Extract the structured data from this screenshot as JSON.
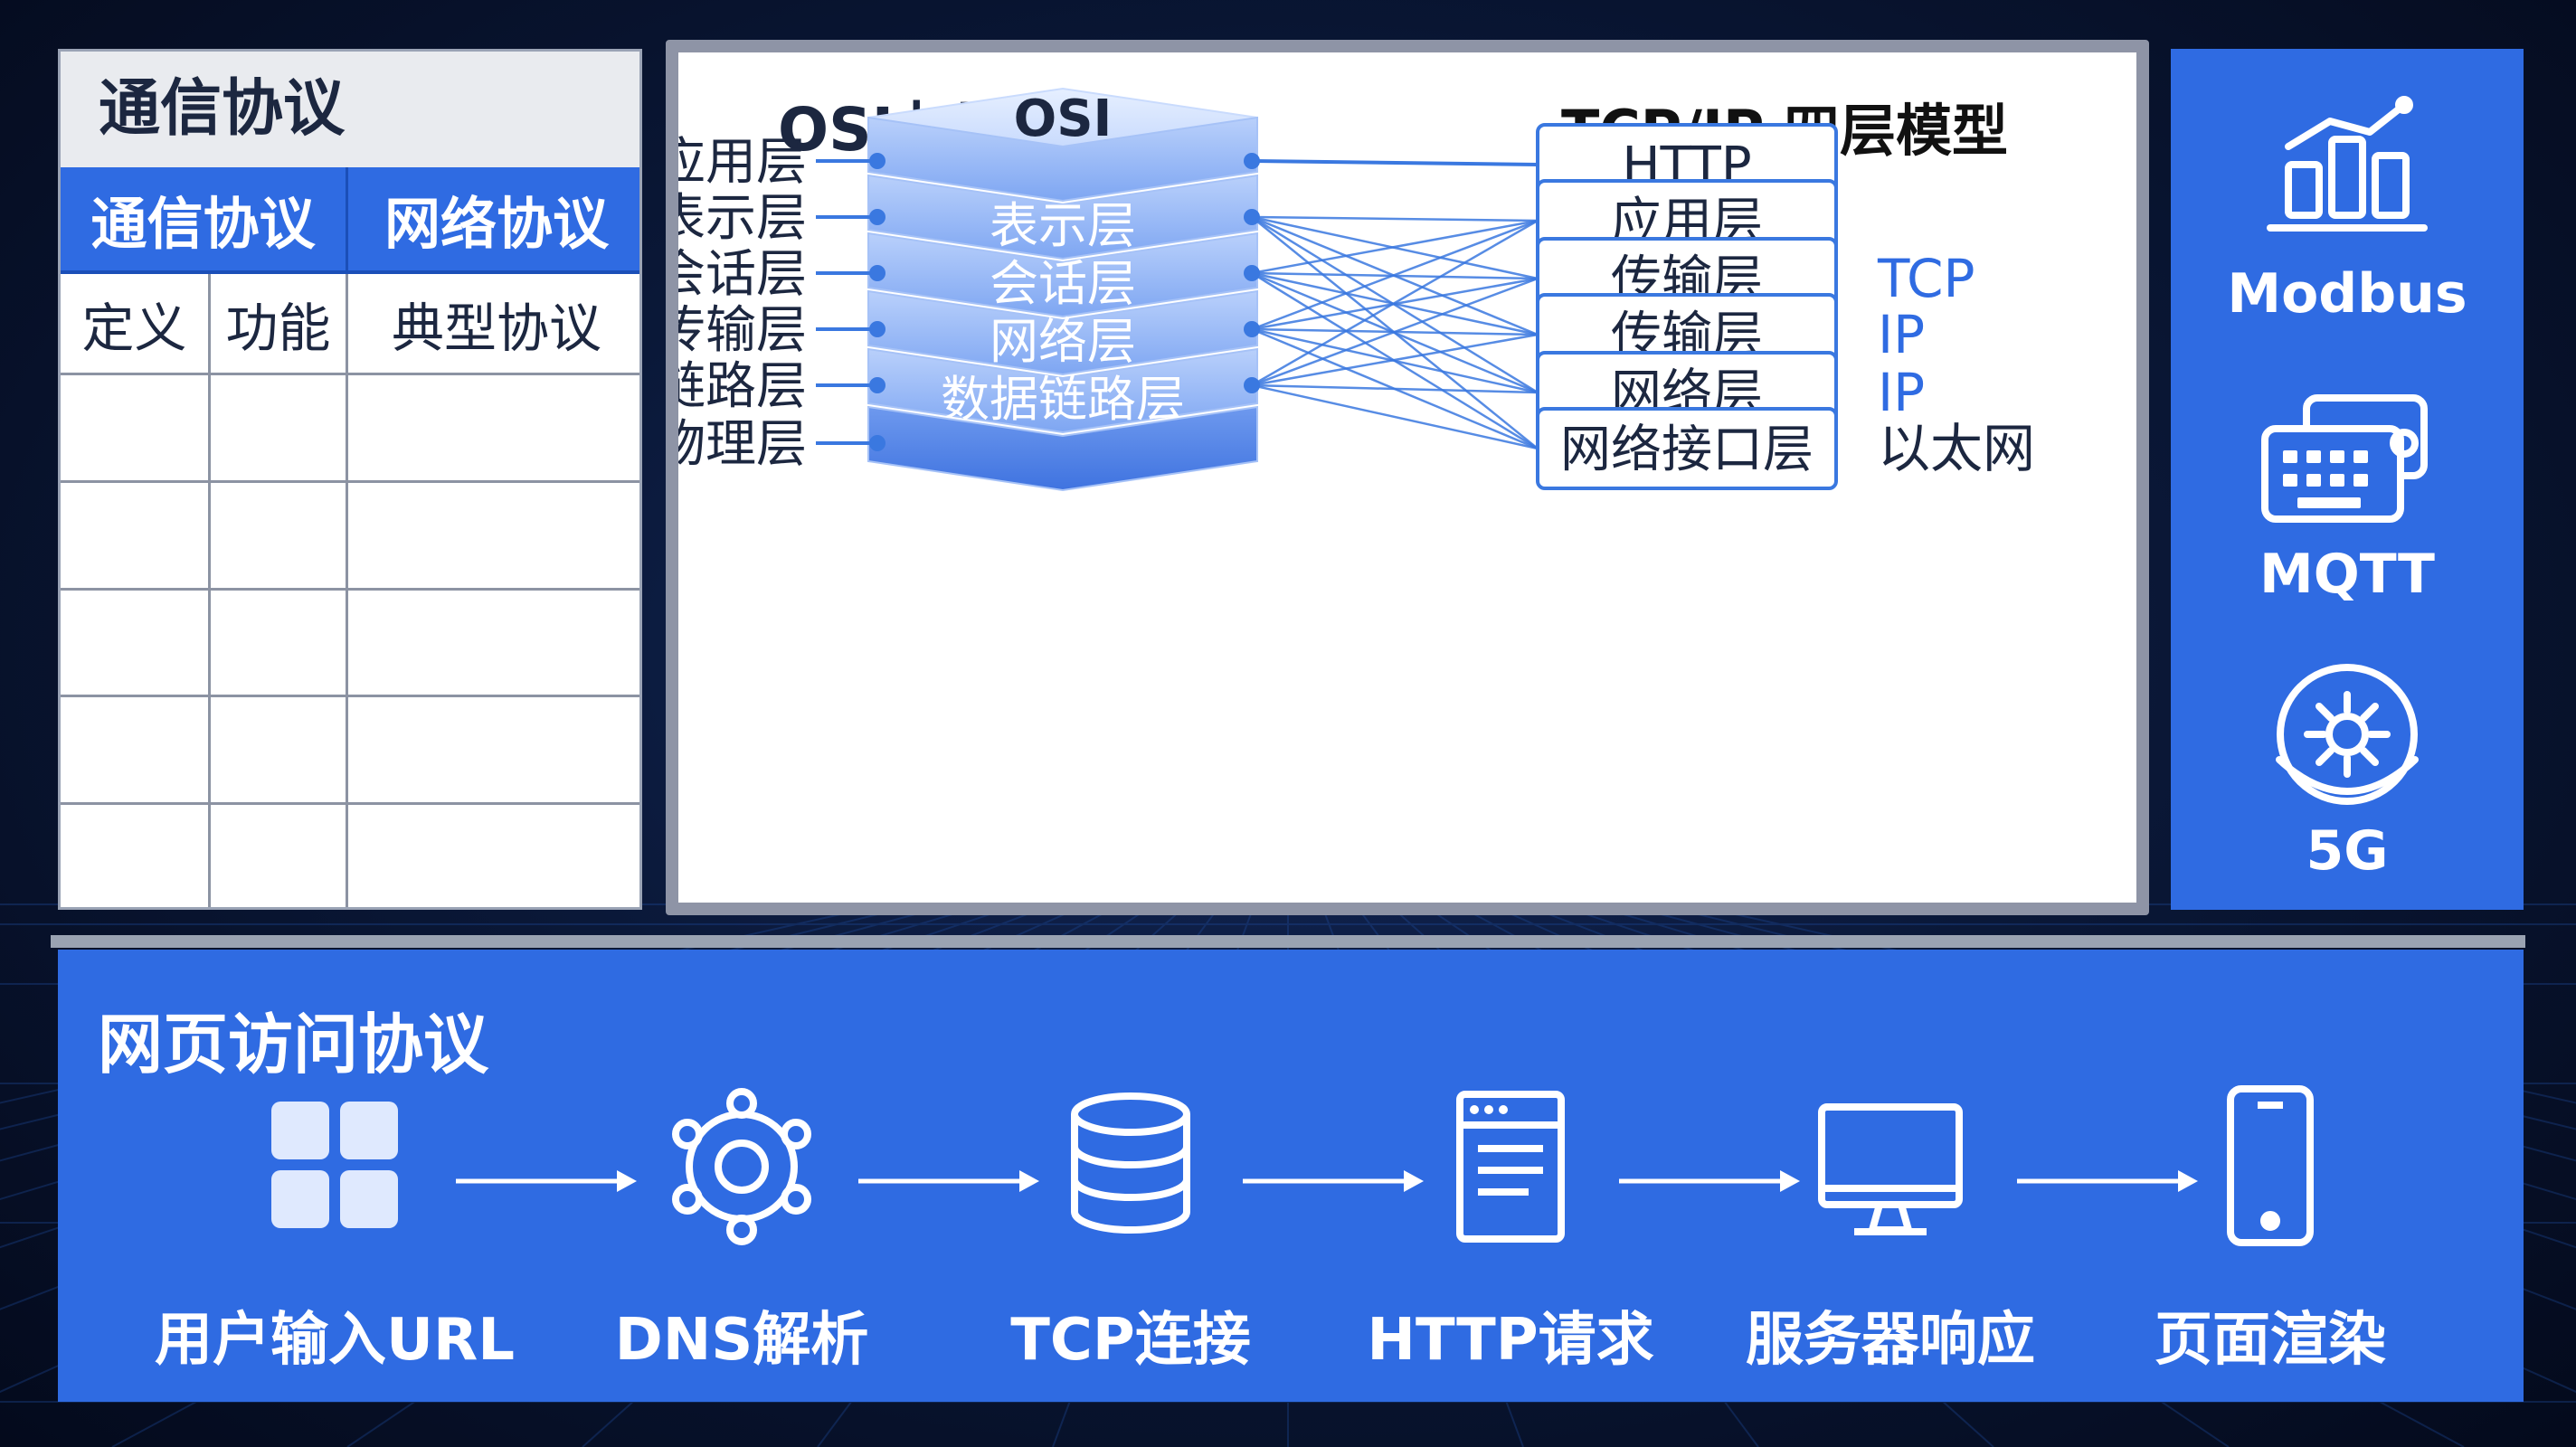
{
  "left_panel": {
    "title": "通信协议",
    "headers": [
      "通信协议",
      "网络协议"
    ],
    "subheaders": [
      "定义",
      "功能",
      "典型协议"
    ],
    "empty_rows": 5
  },
  "center_panel": {
    "osi_title": "OSI七层型",
    "tcp_title": "TCP/IP 四层模型",
    "stack_top_label": "OSI",
    "osi_layers": [
      "应用层",
      "表示层",
      "会话层",
      "传输层",
      "数据链路层",
      "物理层"
    ],
    "stack_labels": [
      "",
      "表示层",
      "会话层",
      "网络层",
      "数据链路层",
      ""
    ],
    "tcp_boxes": [
      "HTTP",
      "应用层",
      "传输层",
      "传输层",
      "网络层",
      "网络接口层"
    ],
    "tcp_notes": [
      "",
      "",
      "TCP",
      "IP",
      "IP",
      "以太网"
    ],
    "colors": {
      "accent": "#2f6be2",
      "line": "#3a78e0",
      "text": "#1c2740"
    }
  },
  "right_panel": {
    "items": [
      {
        "label": "Modbus",
        "icon": "bar-chart-icon"
      },
      {
        "label": "MQTT",
        "icon": "keyboard-devices-icon"
      },
      {
        "label": "5G",
        "icon": "network-globe-icon"
      }
    ]
  },
  "bottom_panel": {
    "title": "网页访问协议",
    "steps": [
      {
        "label": "用户输入URL",
        "icon": "grid-apps-icon"
      },
      {
        "label": "DNS解析",
        "icon": "dns-node-icon"
      },
      {
        "label": "TCP连接",
        "icon": "database-icon"
      },
      {
        "label": "HTTP请求",
        "icon": "document-icon"
      },
      {
        "label": "服务器响应",
        "icon": "monitor-icon"
      },
      {
        "label": "页面渲染",
        "icon": "mobile-phone-icon"
      }
    ]
  }
}
